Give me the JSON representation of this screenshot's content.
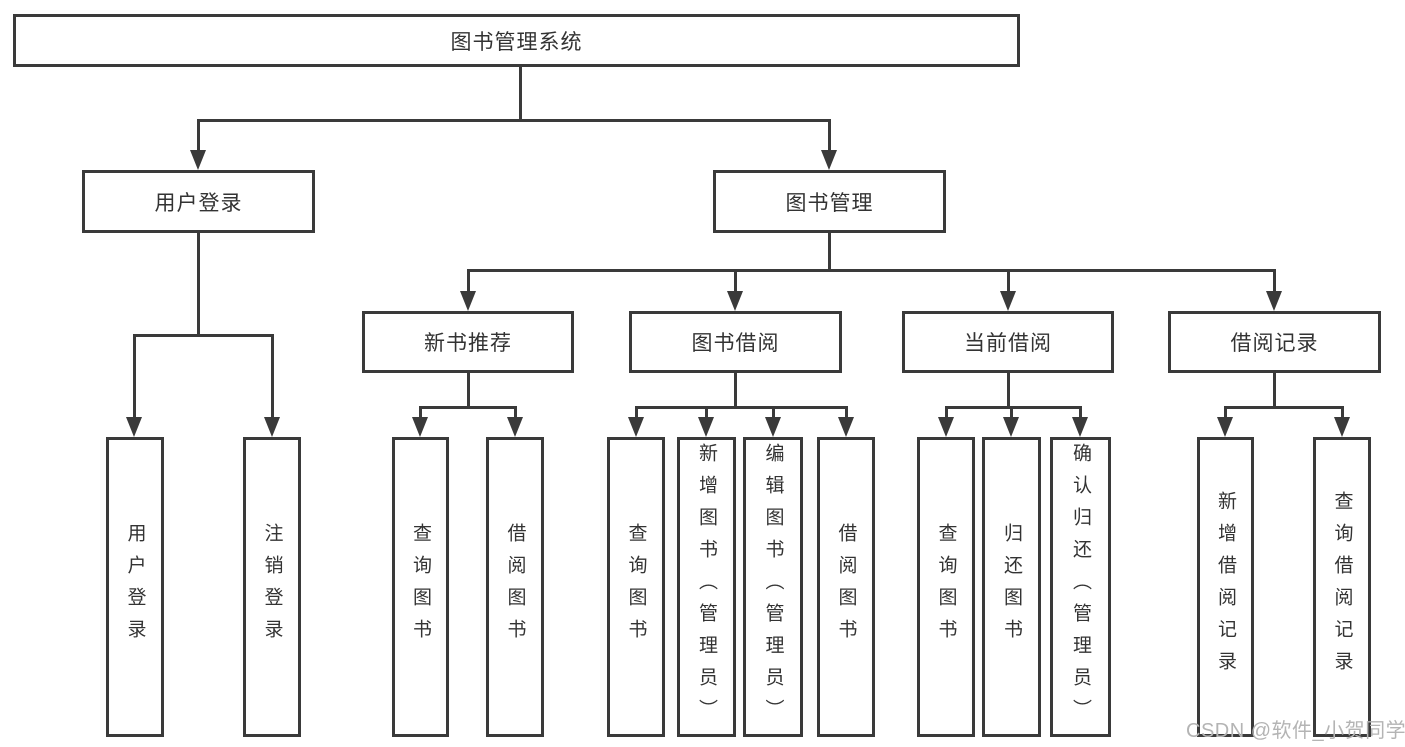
{
  "diagram": {
    "type": "tree",
    "colors": {
      "line": "#3a3a3a",
      "text": "#333333",
      "background": "#ffffff",
      "watermark": "#b4b4b4"
    },
    "watermark": "CSDN @软件_小贺同学",
    "nodes": {
      "root": {
        "label": "图书管理系统"
      },
      "user_login": {
        "label": "用户登录"
      },
      "book_mgmt": {
        "label": "图书管理"
      },
      "new_book_rec": {
        "label": "新书推荐"
      },
      "book_borrow": {
        "label": "图书借阅"
      },
      "current_borrow": {
        "label": "当前借阅"
      },
      "borrow_record": {
        "label": "借阅记录"
      },
      "leaf_user_login": {
        "label": "用户登录"
      },
      "leaf_logout": {
        "label": "注销登录"
      },
      "leaf_query_book_1": {
        "label": "查询图书"
      },
      "leaf_borrow_book_1": {
        "label": "借阅图书"
      },
      "leaf_query_book_2": {
        "label": "查询图书"
      },
      "leaf_add_book": {
        "label": "新增图书（管理员）"
      },
      "leaf_edit_book": {
        "label": "编辑图书（管理员）"
      },
      "leaf_borrow_book_2": {
        "label": "借阅图书"
      },
      "leaf_query_book_3": {
        "label": "查询图书"
      },
      "leaf_return_book": {
        "label": "归还图书"
      },
      "leaf_confirm_return": {
        "label": "确认归还（管理员）"
      },
      "leaf_add_record": {
        "label": "新增借阅记录"
      },
      "leaf_query_record": {
        "label": "查询借阅记录"
      }
    }
  }
}
